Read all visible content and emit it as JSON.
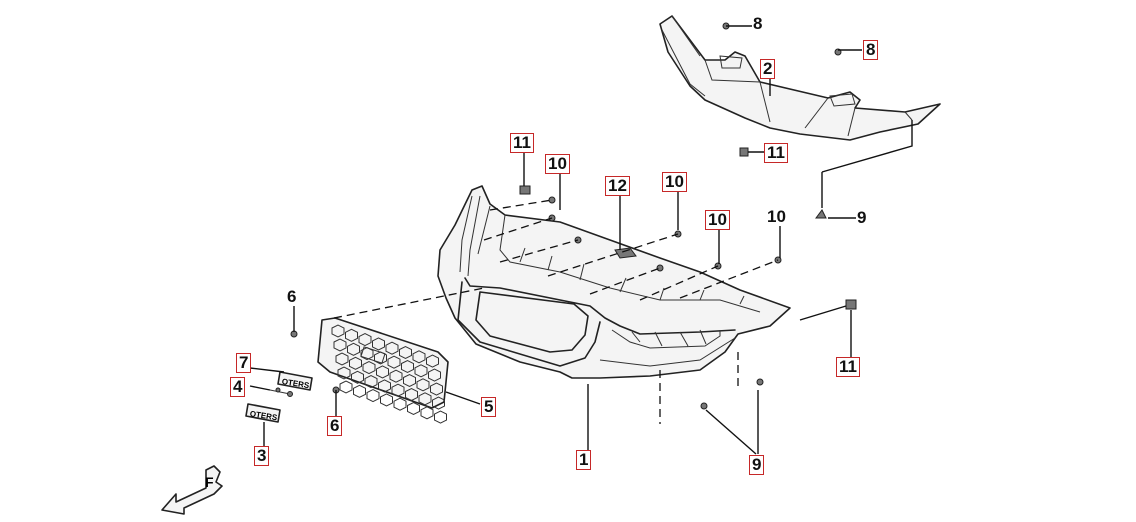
{
  "callouts": [
    {
      "id": "c1",
      "text": "1",
      "boxed": true
    },
    {
      "id": "c2",
      "text": "2",
      "boxed": true
    },
    {
      "id": "c3",
      "text": "3",
      "boxed": true
    },
    {
      "id": "c4",
      "text": "4",
      "boxed": true
    },
    {
      "id": "c5",
      "text": "5",
      "boxed": true
    },
    {
      "id": "c6a",
      "text": "6",
      "boxed": false
    },
    {
      "id": "c6b",
      "text": "6",
      "boxed": true
    },
    {
      "id": "c7",
      "text": "7",
      "boxed": true
    },
    {
      "id": "c8a",
      "text": "8",
      "boxed": true
    },
    {
      "id": "c8b",
      "text": "8",
      "boxed": true
    },
    {
      "id": "c9a",
      "text": "9",
      "boxed": true
    },
    {
      "id": "c9b",
      "text": "9",
      "boxed": true
    },
    {
      "id": "c10a",
      "text": "10",
      "boxed": true
    },
    {
      "id": "c10b",
      "text": "10",
      "boxed": true
    },
    {
      "id": "c10c",
      "text": "10",
      "boxed": true
    },
    {
      "id": "c10d",
      "text": "10",
      "boxed": true
    },
    {
      "id": "c11a",
      "text": "11",
      "boxed": true
    },
    {
      "id": "c11b",
      "text": "11",
      "boxed": true
    },
    {
      "id": "c11c",
      "text": "11",
      "boxed": true
    },
    {
      "id": "c12",
      "text": "12",
      "boxed": true
    }
  ],
  "emblem_text": "OTERS",
  "front_marker": "F"
}
